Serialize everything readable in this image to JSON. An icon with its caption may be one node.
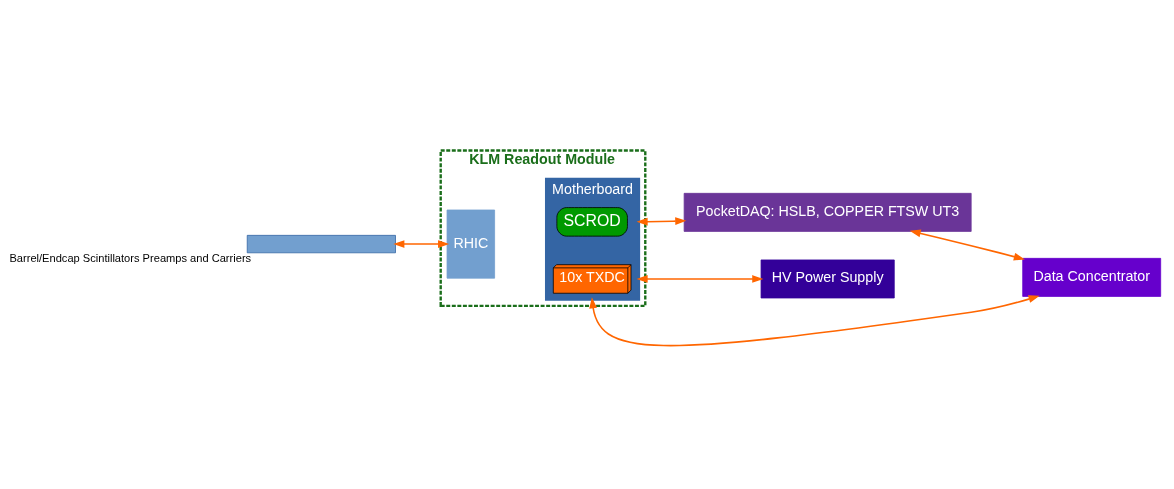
{
  "diagram": {
    "nodes": [
      {
        "text": [
          "KLM Readout Module"
        ]
      },
      {
        "text": [
          "Motherboard"
        ],
        "in": 0
      },
      {
        "text": [
          "SCROD"
        ],
        "in": 1
      },
      {
        "text": [
          "10x TXDC"
        ],
        "in": 1
      },
      {
        "text": [
          "RHIC"
        ],
        "in": 0
      },
      {
        "text": [],
        "shape": "bar",
        "beside": [
          "Barrel/Endcap Scintillators Preamps and Carriers"
        ]
      },
      {
        "text": [
          "PocketDAQ: HSLB, COPPER FTSW UT3"
        ]
      },
      {
        "text": [
          "HV Power Supply"
        ]
      },
      {
        "text": [
          "Data Concentrator"
        ]
      }
    ],
    "edges": [
      {
        "from": 5,
        "to": 4,
        "arrow": "both"
      },
      {
        "from": 1,
        "to": 6,
        "arrow": "both"
      },
      {
        "from": 1,
        "to": 7,
        "arrow": "both"
      },
      {
        "from": 1,
        "to": 8,
        "arrow": "both"
      },
      {
        "from": 6,
        "to": 8,
        "arrow": "both"
      }
    ]
  }
}
